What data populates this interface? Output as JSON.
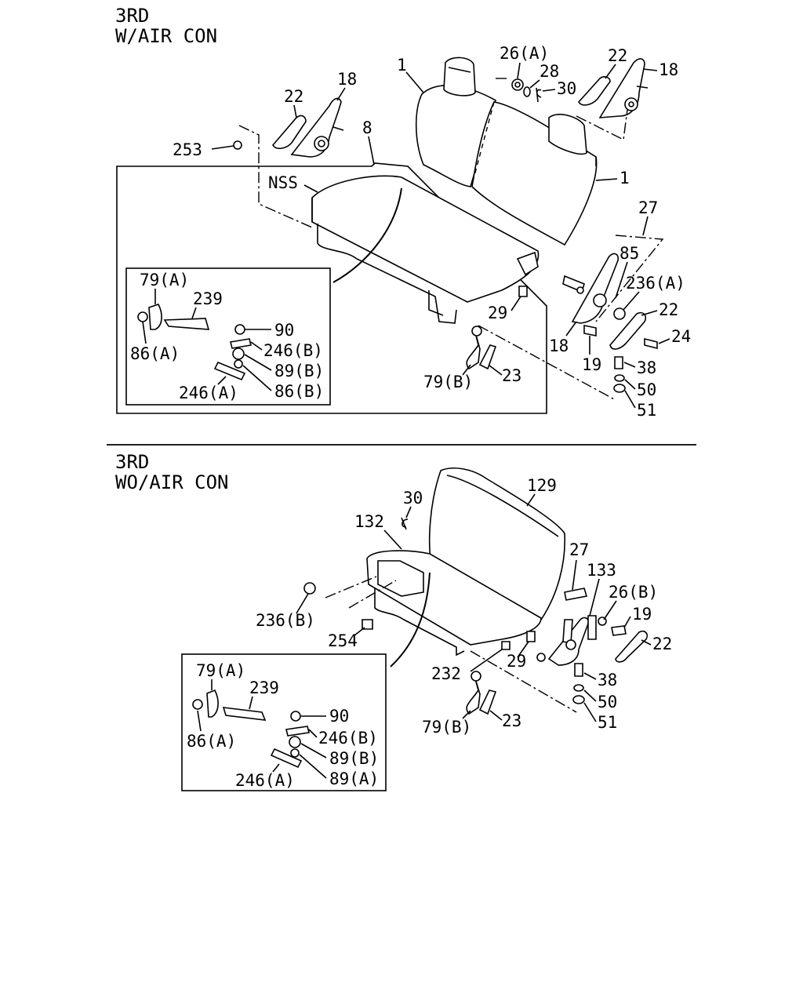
{
  "upper": {
    "heading_line1": "3RD",
    "heading_line2": "W/AIR CON",
    "labels": {
      "p1a": "1",
      "p1b": "1",
      "p8": "8",
      "p18a": "18",
      "p18b": "18",
      "p18c": "18",
      "p22a": "22",
      "p22b": "22",
      "p22c": "22",
      "p253": "253",
      "p26A": "26(A)",
      "p28": "28",
      "p30": "30",
      "nss": "NSS",
      "p27": "27",
      "p85": "85",
      "p236A": "236(A)",
      "p24": "24",
      "p19": "19",
      "p38": "38",
      "p50": "50",
      "p51": "51",
      "p29": "29",
      "p23": "23",
      "p79B": "79(B)"
    },
    "inset": {
      "p79A": "79(A)",
      "p239": "239",
      "p86A": "86(A)",
      "p90": "90",
      "p246B": "246(B)",
      "p89B": "89(B)",
      "p246A": "246(A)",
      "p86B": "86(B)"
    }
  },
  "lower": {
    "heading_line1": "3RD",
    "heading_line2": "WO/AIR CON",
    "labels": {
      "p30": "30",
      "p129": "129",
      "p132": "132",
      "p27": "27",
      "p133": "133",
      "p26B": "26(B)",
      "p19": "19",
      "p22": "22",
      "p236B": "236(B)",
      "p254": "254",
      "p29": "29",
      "p232": "232",
      "p38": "38",
      "p50": "50",
      "p51": "51",
      "p79B": "79(B)",
      "p23": "23"
    },
    "inset": {
      "p79A": "79(A)",
      "p239": "239",
      "p86A": "86(A)",
      "p90": "90",
      "p246B": "246(B)",
      "p89B": "89(B)",
      "p246A": "246(A)",
      "p89A": "89(A)"
    }
  }
}
